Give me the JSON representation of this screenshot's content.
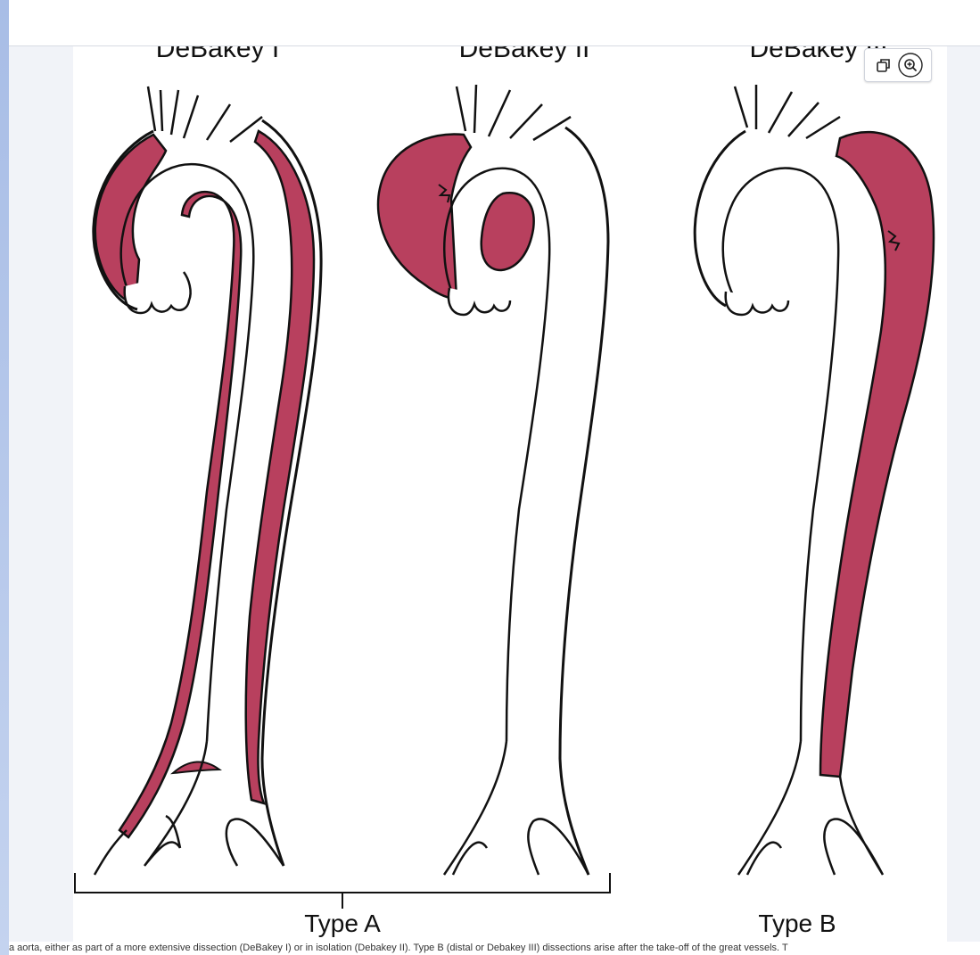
{
  "figure": {
    "labels": {
      "dissection_1": "DeBakey I",
      "dissection_2": "DeBakey II",
      "dissection_3": "DeBakey III",
      "type_a": "Type A",
      "type_b": "Type B"
    },
    "colors": {
      "false_lumen": "#b8405e",
      "outline": "#111111",
      "background": "#ffffff"
    }
  },
  "toolbar": {
    "copy_icon": "copy-icon",
    "zoom_icon": "zoom-in-icon"
  },
  "caption": {
    "text": "a aorta, either as part of a more extensive dissection (DeBakey I) or in isolation (Debakey II). Type B (distal or Debakey III) dissections arise after the take-off of the great vessels. T"
  }
}
